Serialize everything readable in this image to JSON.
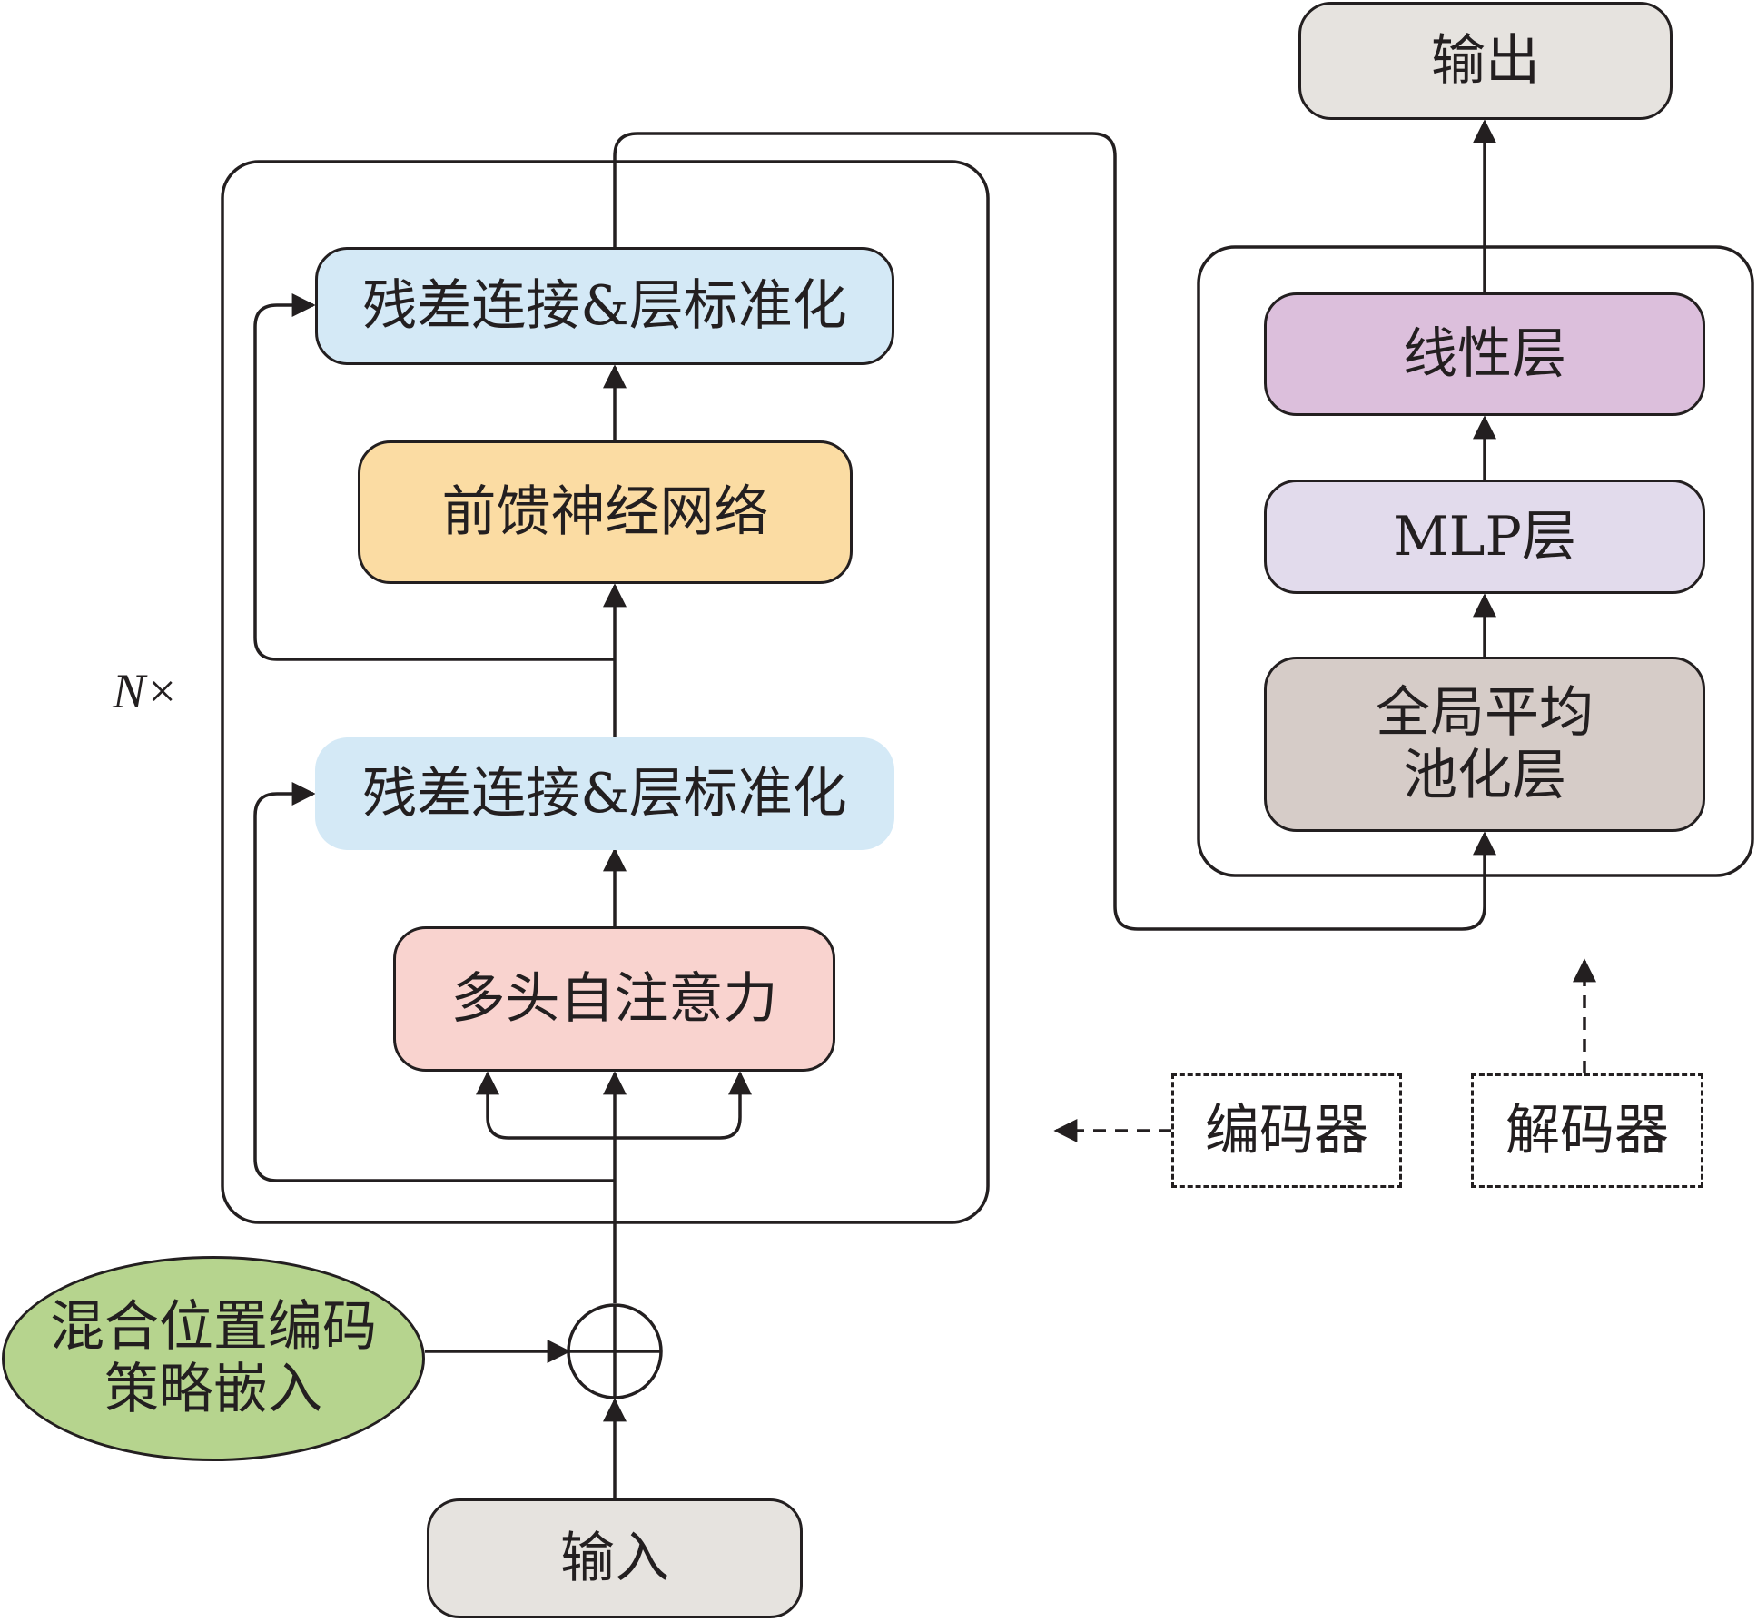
{
  "nodes": {
    "output": "输出",
    "residual_norm_top": "残差连接&层标准化",
    "feed_forward": "前馈神经网络",
    "residual_norm_bottom": "残差连接&层标准化",
    "multi_head_attention": "多头自注意力",
    "input": "输入",
    "position_encoding_line1": "混合位置编码",
    "position_encoding_line2": "策略嵌入",
    "linear_layer": "线性层",
    "mlp_layer": "MLP层",
    "global_avg_pool_line1": "全局平均",
    "global_avg_pool_line2": "池化层",
    "encoder": "编码器",
    "decoder": "解码器",
    "repeat_label": "N×"
  },
  "colors": {
    "output_fill": "#e6e3df",
    "residual_fill": "#d4e9f6",
    "feed_forward_fill": "#fbdca3",
    "attention_fill": "#f9d3cf",
    "input_fill": "#e6e3df",
    "position_encoding_fill": "#b6d48e",
    "linear_fill": "#dcbfdc",
    "mlp_fill": "#e2dbec",
    "pool_fill": "#d6ccc8",
    "stroke": "#231f20"
  }
}
